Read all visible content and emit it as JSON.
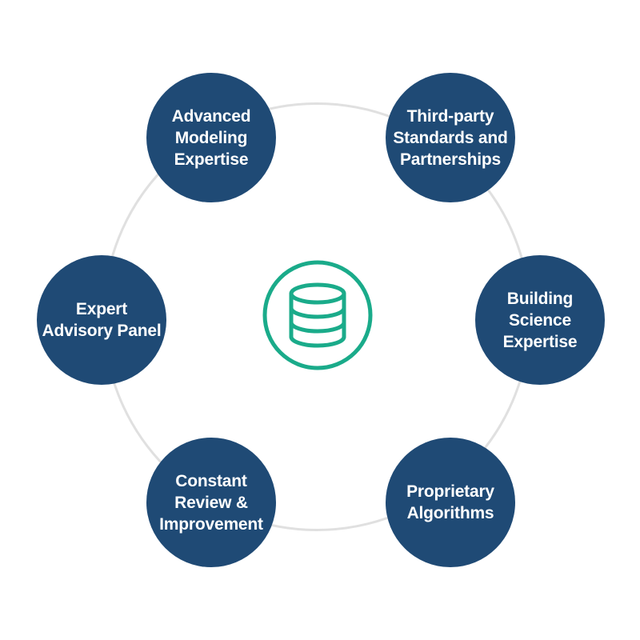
{
  "diagram": {
    "center": {
      "icon": "database-icon",
      "color": "#1aab8a"
    },
    "node_color": "#1f4a75",
    "ring_color": "#e0e0e0",
    "nodes": [
      {
        "label": "Advanced Modeling Expertise"
      },
      {
        "label": "Third-party Standards and Partnerships"
      },
      {
        "label": "Building Science Expertise"
      },
      {
        "label": "Proprietary Algorithms"
      },
      {
        "label": "Constant Review & Improvement"
      },
      {
        "label": "Expert Advisory Panel"
      }
    ]
  }
}
